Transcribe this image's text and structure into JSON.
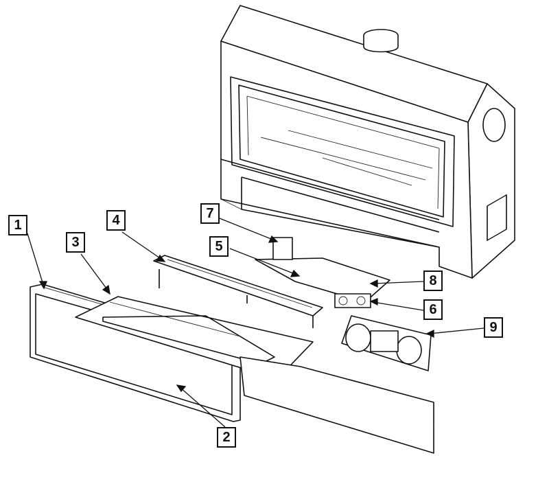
{
  "diagram": {
    "callouts": [
      {
        "label": "1"
      },
      {
        "label": "2"
      },
      {
        "label": "3"
      },
      {
        "label": "4"
      },
      {
        "label": "5"
      },
      {
        "label": "6"
      },
      {
        "label": "7"
      },
      {
        "label": "8"
      },
      {
        "label": "9"
      }
    ]
  }
}
